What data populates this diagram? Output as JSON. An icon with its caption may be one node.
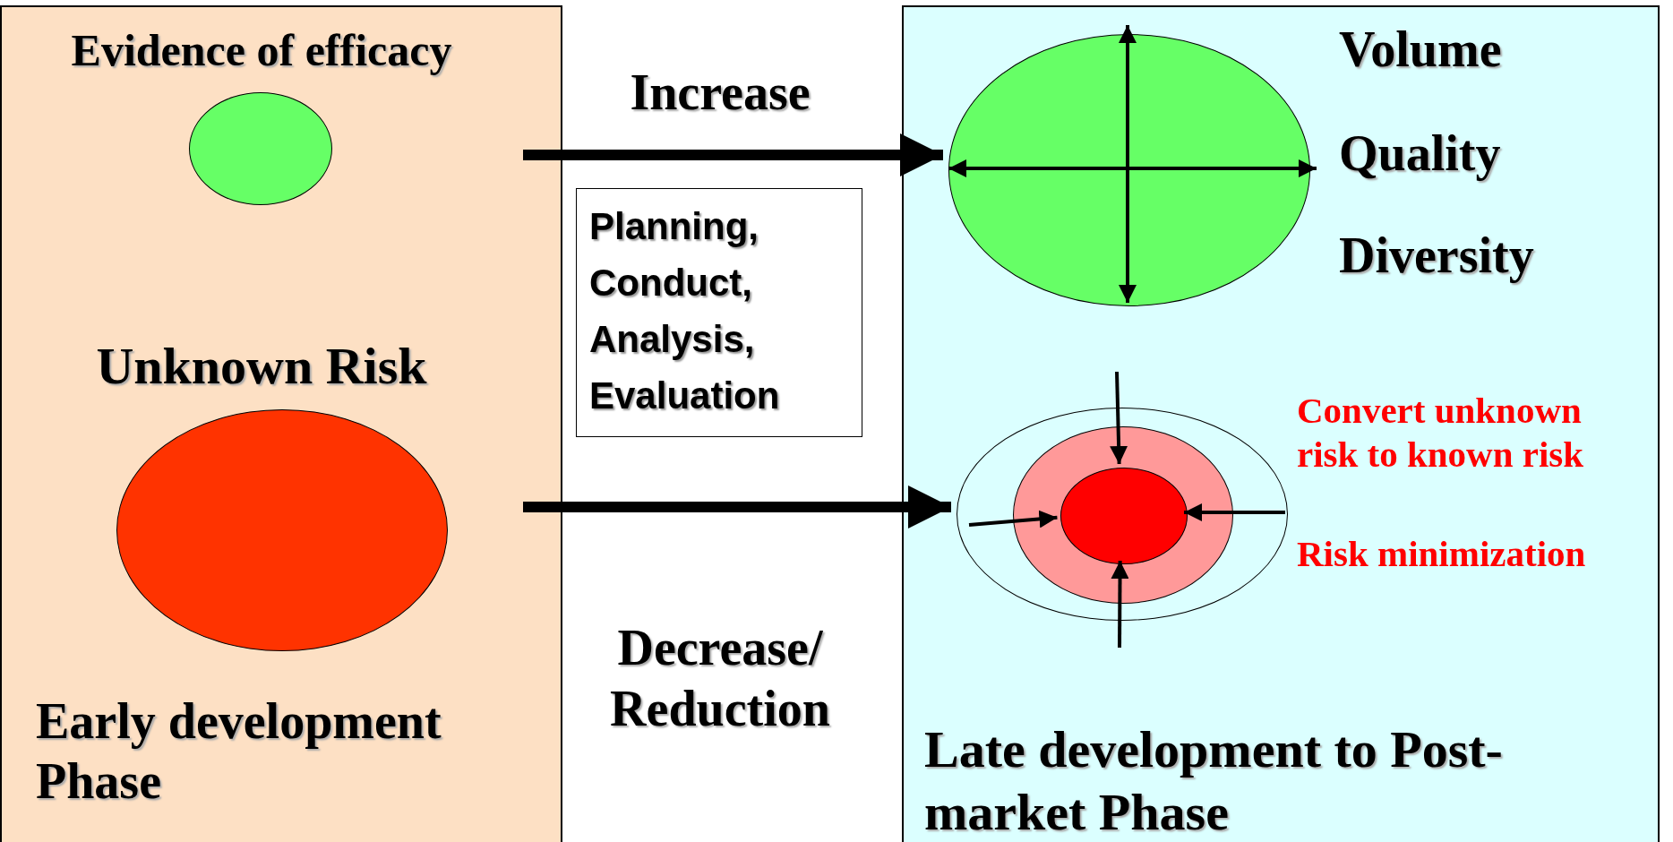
{
  "diagram": {
    "nodes": [
      {
        "text": [
          "Early development Phase"
        ]
      },
      {
        "text": [],
        "shape": "circle",
        "in": 0,
        "beside": [
          "Evidence of efficacy"
        ]
      },
      {
        "text": [],
        "shape": "circle",
        "in": 0,
        "beside": [
          "Unknown Risk"
        ]
      },
      {
        "text": [
          "Late development to Post-market Phase"
        ]
      },
      {
        "text": [],
        "shape": "circle",
        "in": 3,
        "beside": [
          "Volume",
          "Quality",
          "Diversity"
        ]
      },
      {
        "text": [],
        "shape": "circle",
        "in": 3,
        "beside": [
          "Convert unknown risk to known risk",
          "Risk minimization"
        ]
      },
      {
        "text": [],
        "shape": "circle",
        "in": 5
      },
      {
        "text": [],
        "shape": "circle",
        "in": 6
      },
      {
        "text": [
          "Planning, Conduct, Analysis, Evaluation"
        ]
      }
    ],
    "edges": [
      {
        "from": 0,
        "to": 4,
        "arrow": "to",
        "label": "Increase",
        "style": "thick"
      },
      {
        "from": 0,
        "to": 5,
        "arrow": "to",
        "label": "Decrease/ Reduction",
        "style": "thick"
      },
      {
        "from": null,
        "to": 7,
        "arrow": "to"
      },
      {
        "from": null,
        "to": 7,
        "arrow": "to"
      },
      {
        "from": null,
        "to": 7,
        "arrow": "to"
      },
      {
        "from": null,
        "to": 7,
        "arrow": "to"
      }
    ]
  }
}
